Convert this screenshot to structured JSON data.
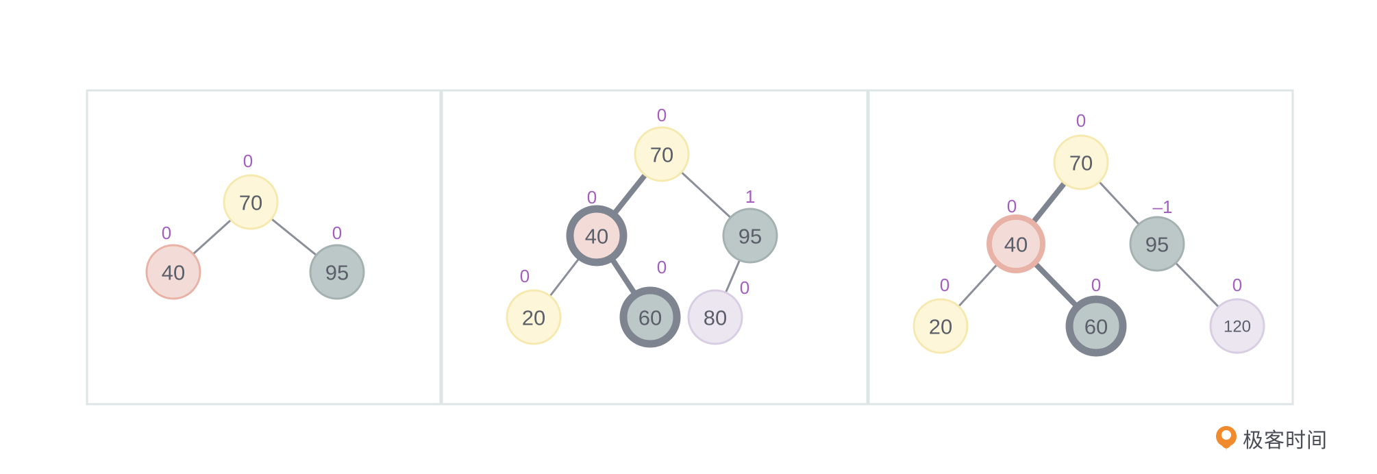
{
  "colors": {
    "panel_border": "#dde5e5",
    "edge": "#8a8f99",
    "edge_thick": "#7f8590",
    "bf_text": "#a25fbf",
    "node_text": "#5b5f6a",
    "yellow_fill": "#fdf6d8",
    "yellow_stroke": "#f6e9b0",
    "pink_fill": "#f3dcd8",
    "pink_stroke": "#e8b2a6",
    "gray_fill": "#bcc8c8",
    "gray_stroke": "#a4b1b1",
    "lavender_fill": "#ece6f1",
    "lavender_stroke": "#d8cde2",
    "highlight_ring": "#7f8590"
  },
  "panels": [
    {
      "nodes": [
        {
          "id": "a70",
          "label": "70",
          "bf": "0",
          "color": "yellow"
        },
        {
          "id": "a40",
          "label": "40",
          "bf": "0",
          "color": "pink"
        },
        {
          "id": "a95",
          "label": "95",
          "bf": "0",
          "color": "gray"
        }
      ]
    },
    {
      "nodes": [
        {
          "id": "b70",
          "label": "70",
          "bf": "0",
          "color": "yellow"
        },
        {
          "id": "b40",
          "label": "40",
          "bf": "0",
          "color": "pink",
          "ring": "thick"
        },
        {
          "id": "b95",
          "label": "95",
          "bf": "1",
          "color": "gray"
        },
        {
          "id": "b20",
          "label": "20",
          "bf": "0",
          "color": "yellow"
        },
        {
          "id": "b60",
          "label": "60",
          "bf": "0",
          "color": "gray",
          "ring": "thick"
        },
        {
          "id": "b80",
          "label": "80",
          "bf": "0",
          "color": "lavender"
        }
      ]
    },
    {
      "nodes": [
        {
          "id": "c70",
          "label": "70",
          "bf": "0",
          "color": "yellow"
        },
        {
          "id": "c40",
          "label": "40",
          "bf": "0",
          "color": "pink",
          "ring": "pink"
        },
        {
          "id": "c95",
          "label": "95",
          "bf": "–1",
          "color": "gray"
        },
        {
          "id": "c20",
          "label": "20",
          "bf": "0",
          "color": "yellow"
        },
        {
          "id": "c60",
          "label": "60",
          "bf": "0",
          "color": "gray",
          "ring": "thick"
        },
        {
          "id": "c120",
          "label": "120",
          "bf": "0",
          "color": "lavender"
        }
      ]
    }
  ],
  "logo": {
    "text": "极客时间"
  }
}
